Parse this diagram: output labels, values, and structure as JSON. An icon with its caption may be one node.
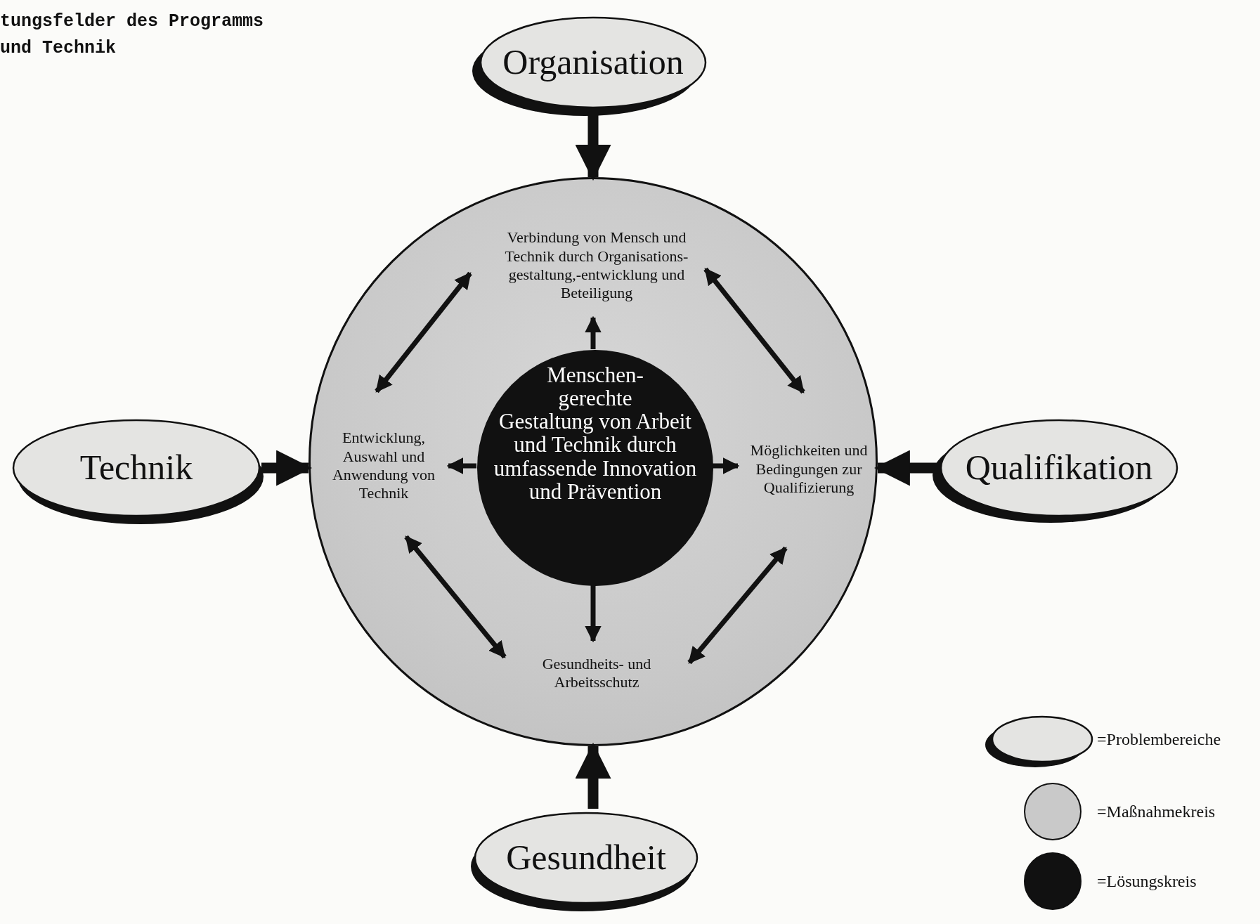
{
  "diagram": {
    "title": "tungsfelder des Programms und Technik",
    "nodes": [
      {
        "text": [
          "Organisation"
        ]
      },
      {
        "text": [],
        "shape": "circle"
      },
      {
        "text": [
          "Verbindung von Mensch und Technik durch Organisations- gestaltung,-entwicklung und Beteiligung"
        ],
        "in": 1
      },
      {
        "text": [
          "Entwicklung, Auswahl und Anwendung von Technik"
        ],
        "in": 1
      },
      {
        "text": [
          "Menschen- gerechte Gestaltung von Arbeit und Technik durch umfassende Innovation und Prävention"
        ],
        "in": 1
      },
      {
        "text": [
          "Möglichkeiten und Bedingungen zur Qualifizierung"
        ],
        "in": 1
      },
      {
        "text": [
          "Gesundheits- und Arbeitsschutz"
        ],
        "in": 1
      },
      {
        "text": [
          "Technik"
        ]
      },
      {
        "text": [
          "Qualifikation"
        ]
      },
      {
        "text": [
          "Gesundheit"
        ]
      }
    ],
    "edges": [
      {
        "from": 0,
        "to": 1,
        "arrow": "to",
        "style": "thick"
      },
      {
        "from": 7,
        "to": 1,
        "arrow": "to",
        "style": "thick"
      },
      {
        "from": 8,
        "to": 1,
        "arrow": "to",
        "style": "thick"
      },
      {
        "from": 9,
        "to": 1,
        "arrow": "to",
        "style": "thick"
      },
      {
        "from": 4,
        "to": 2,
        "arrow": "to"
      },
      {
        "from": 4,
        "to": 3,
        "arrow": "to"
      },
      {
        "from": 4,
        "to": 5,
        "arrow": "to"
      },
      {
        "from": 4,
        "to": 6,
        "arrow": "to"
      },
      {
        "from": 2,
        "to": 3,
        "arrow": "both"
      },
      {
        "from": 2,
        "to": 5,
        "arrow": "both"
      },
      {
        "from": 3,
        "to": 6,
        "arrow": "both"
      },
      {
        "from": 5,
        "to": 6,
        "arrow": "both"
      }
    ],
    "legend": [
      {
        "text": "=Problembereiche"
      },
      {
        "text": "=Maßnahmekreis"
      },
      {
        "text": "=Lösungskreis"
      }
    ]
  }
}
